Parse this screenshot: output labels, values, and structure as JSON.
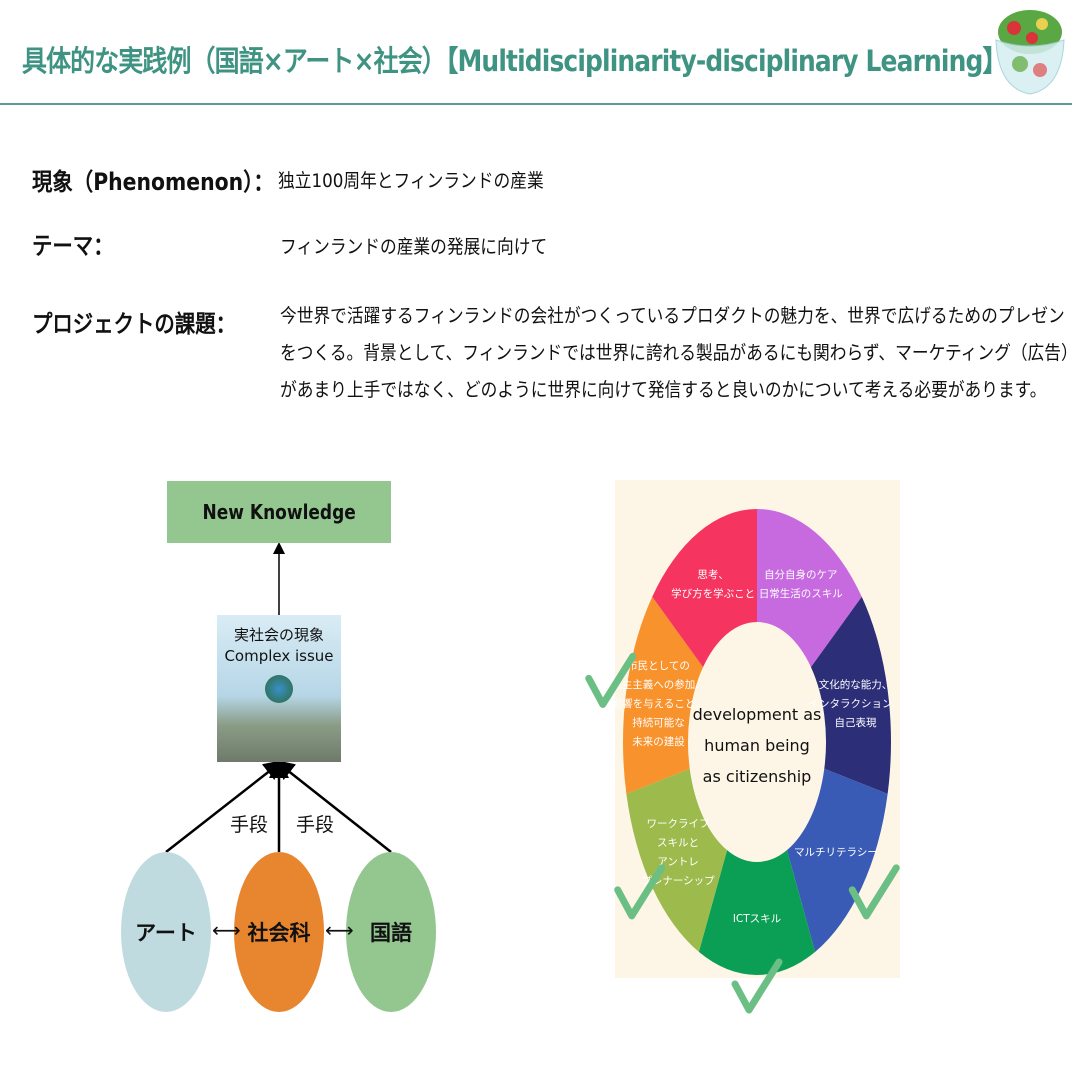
{
  "title": "具体的な実践例（国語×アート×社会）【Multidisciplinarity-disciplinary Learning】",
  "logo_icon": "salad-bowl-icon",
  "rows": [
    {
      "label": "現象（Phenomenon）：",
      "value": "独立100周年とフィンランドの産業"
    },
    {
      "label": "テーマ：",
      "value": "フィンランドの産業の発展に向けて"
    },
    {
      "label": "プロジェクトの課題：",
      "lines": [
        "今世界で活躍するフィンランドの会社がつくっているプロダクトの魅力を、世界で広げるためのプレゼン",
        "をつくる。背景として、フィンランドでは世界に誇れる製品があるにも関わらず、マーケティング（広告）",
        "があまり上手ではなく、どのように世界に向けて発信すると良いのかについて考える必要があります。"
      ]
    }
  ],
  "diagram": {
    "top": "New Knowledge",
    "image_lines": [
      "実社会の現象",
      "Complex issue"
    ],
    "means": [
      "手段",
      "手段"
    ],
    "subjects": [
      {
        "label": "アート",
        "color": "#c0dbe0"
      },
      {
        "label": "社会科",
        "color": "#e8862f"
      },
      {
        "label": "国語",
        "color": "#93c78f"
      }
    ],
    "arrow": "⟷"
  },
  "wheel": {
    "center": [
      "development as",
      "human being",
      "as citizenship"
    ],
    "segments": [
      {
        "label": [
          "自分自身のケア",
          "日常生活のスキル"
        ],
        "color": "#c76ae0",
        "checked": false
      },
      {
        "label": [
          "文化的な能力、",
          "インタラクション、",
          "自己表現"
        ],
        "color": "#2d2e78",
        "checked": false
      },
      {
        "label": [
          "マルチリテラシー"
        ],
        "color": "#3a5bb5",
        "checked": true
      },
      {
        "label": [
          "ICTスキル"
        ],
        "color": "#0b9f55",
        "checked": true
      },
      {
        "label": [
          "ワークライフ",
          "スキルと",
          "アントレ",
          "プレナーシップ"
        ],
        "color": "#9dba4d",
        "checked": true
      },
      {
        "label": [
          "市民としての",
          "民主主義への参加、",
          "影響を与えること、",
          "持続可能な",
          "未来の建設"
        ],
        "color": "#f7922c",
        "checked": true
      },
      {
        "label": [
          "思考、",
          "学び方を学ぶこと"
        ],
        "color": "#f5345f",
        "checked": false
      }
    ],
    "check_color": "#6cbf84"
  }
}
